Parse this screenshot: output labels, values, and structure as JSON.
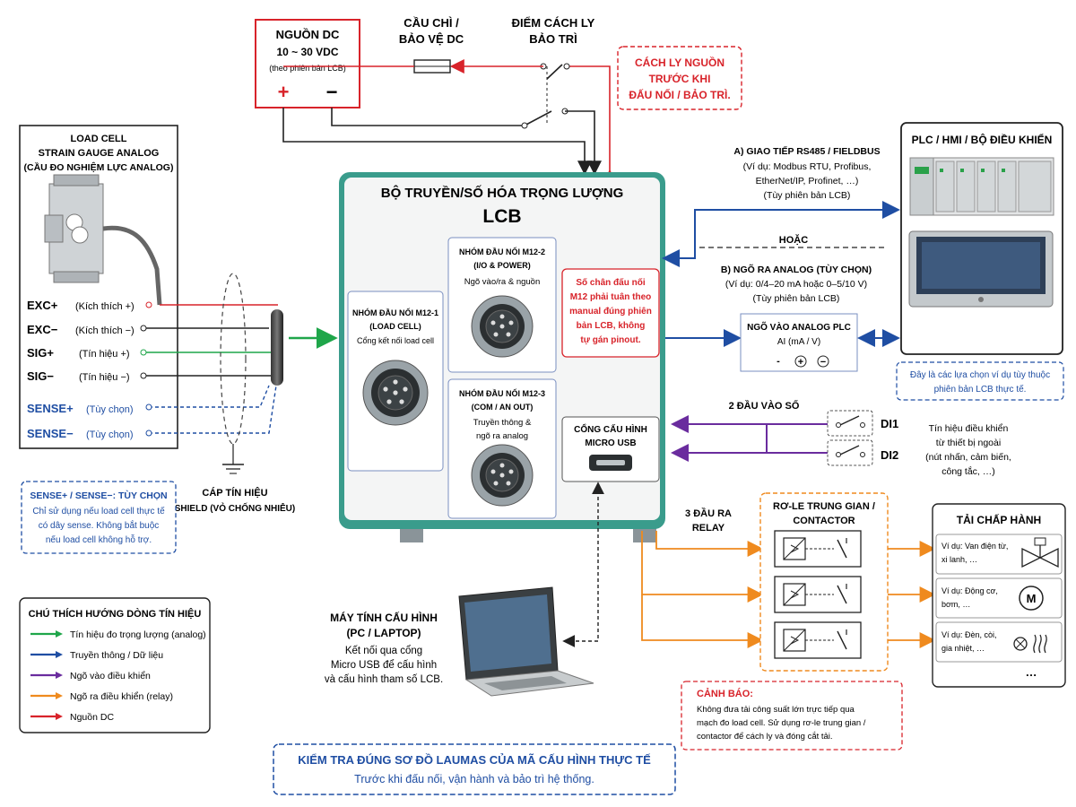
{
  "dc_source": {
    "title": "NGUỒN DC",
    "voltage": "10 ~ 30 VDC",
    "note": "(theo phiên bản LCB)",
    "plus": "+",
    "minus": "−"
  },
  "fuse": {
    "line1": "CẦU CHÌ /",
    "line2": "BẢO VỆ DC"
  },
  "isolation": {
    "line1": "ĐIỂM CÁCH LY",
    "line2": "BẢO TRÌ"
  },
  "isolation_warning": {
    "line1": "CÁCH LY NGUỒN",
    "line2": "TRƯỚC KHI",
    "line3": "ĐẤU NỐI / BẢO TRÌ."
  },
  "load_cell": {
    "line1": "LOAD CELL",
    "line2": "STRAIN GAUGE ANALOG",
    "line3": "(CẦU ĐO NGHIỆM LỰC ANALOG)",
    "signals": [
      {
        "name": "EXC+",
        "desc": "(Kích thích +)"
      },
      {
        "name": "EXC−",
        "desc": "(Kích thích −)"
      },
      {
        "name": "SIG+",
        "desc": "(Tín hiệu +)"
      },
      {
        "name": "SIG−",
        "desc": "(Tín hiệu −)"
      },
      {
        "name": "SENSE+",
        "desc": "(Tùy chọn)"
      },
      {
        "name": "SENSE−",
        "desc": "(Tùy chọn)"
      }
    ]
  },
  "sense_note": {
    "title": "SENSE+ / SENSE−: TÙY CHỌN",
    "line1": "Chỉ sử dụng nếu load cell thực tế",
    "line2": "có dây sense. Không bắt buộc",
    "line3": "nếu load cell không hỗ trợ."
  },
  "cable": {
    "line1": "CÁP TÍN HIỆU",
    "line2": "SHIELD (VỎ CHỐNG NHIỄU)"
  },
  "legend": {
    "title": "CHÚ THÍCH HƯỚNG DÒNG TÍN HIỆU",
    "items": [
      {
        "label": "Tín hiệu đo trọng lượng (analog)",
        "color": "#1fa64a"
      },
      {
        "label": "Truyền thông / Dữ liệu",
        "color": "#1f4ea3"
      },
      {
        "label": "Ngõ vào điều khiển",
        "color": "#6a2c9e"
      },
      {
        "label": "Ngõ ra điều khiển (relay)",
        "color": "#ef8a1e"
      },
      {
        "label": "Nguồn DC",
        "color": "#d8232a"
      }
    ]
  },
  "device": {
    "title": "BỘ TRUYỀN/SỐ HÓA TRỌNG LƯỢNG",
    "model": "LCB",
    "group1": {
      "line1": "NHÓM ĐẦU NỐI M12-1",
      "line2": "(LOAD CELL)",
      "line3": "Cổng kết nối load cell"
    },
    "group2": {
      "line1": "NHÓM ĐẦU NỐI M12-2",
      "line2": "(I/O & POWER)",
      "line3": "Ngõ vào/ra & nguồn"
    },
    "group3": {
      "line1": "NHÓM ĐẦU NỐI M12-3",
      "line2": "(COM / AN OUT)",
      "line3": "Truyền thông &",
      "line4": "ngõ ra analog"
    },
    "pin_note": {
      "line1": "Số chân đấu nối",
      "line2": "M12 phải tuân theo",
      "line3": "manual đúng phiên",
      "line4": "bản LCB, không",
      "line5": "tự gán pinout."
    },
    "usb": {
      "line1": "CỔNG CẤU HÌNH",
      "line2": "MICRO USB"
    }
  },
  "plc": {
    "title": "PLC / HMI / BỘ ĐIỀU KHIỂN"
  },
  "rs485": {
    "line1": "A) GIAO TIẾP RS485 / FIELDBUS",
    "line2": "(Ví dụ: Modbus RTU, Profibus,",
    "line3": "EtherNet/IP, Profinet, …)",
    "line4": "(Tùy phiên bản LCB)"
  },
  "or_label": "HOẶC",
  "analog_out": {
    "line1": "B) NGÕ RA ANALOG (TÙY CHỌN)",
    "line2": "(Ví dụ: 0/4–20 mA hoặc 0–5/10 V)",
    "line3": "(Tùy phiên bản LCB)"
  },
  "analog_in_plc": {
    "line1": "NGÕ VÀO ANALOG PLC",
    "line2": "AI (mA / V)",
    "minus": "-",
    "plus": "+",
    "minus2": "−"
  },
  "plc_note": {
    "line1": "Đây là các lựa chọn ví dụ tùy thuộc",
    "line2": "phiên bản LCB thực tế."
  },
  "digital_inputs": {
    "title": "2 ĐẦU VÀO SỐ",
    "di1": "DI1",
    "di2": "DI2",
    "note1": "Tín hiệu điều khiển",
    "note2": "từ thiết bị ngoài",
    "note3": "(nút nhấn, cảm biến,",
    "note4": "công tắc, …)"
  },
  "relay_outputs": {
    "line1": "3 ĐẦU RA",
    "line2": "RELAY"
  },
  "contactor": {
    "line1": "RƠ-LE TRUNG GIAN /",
    "line2": "CONTACTOR"
  },
  "actuators": {
    "title": "TẢI CHẤP HÀNH",
    "items": [
      {
        "line1": "Ví dụ: Van điện từ,",
        "line2": "xi lanh, …"
      },
      {
        "line1": "Ví dụ: Động cơ,",
        "line2": "bơm, …"
      },
      {
        "line1": "Ví dụ: Đèn, còi,",
        "line2": "gia nhiệt, …"
      }
    ],
    "more": "…",
    "motor_symbol": "M"
  },
  "laptop": {
    "line1": "MÁY TÍNH CẤU HÌNH",
    "line2": "(PC / LAPTOP)",
    "line3": "Kết nối qua cổng",
    "line4": "Micro USB để cấu hình",
    "line5": "và cấu hình tham số LCB."
  },
  "warning": {
    "title": "CẢNH BÁO:",
    "line1": "Không đưa tải công suất lớn trực tiếp qua",
    "line2": "mạch đo load cell. Sử dụng rơ-le trung gian /",
    "line3": "contactor để cách ly và đóng cắt tải."
  },
  "footer": {
    "line1": "KIỂM TRA ĐÚNG SƠ ĐỒ LAUMAS CỦA MÃ CẤU HÌNH THỰC TẾ",
    "line2": "Trước khi đấu nối, vận hành và bảo trì hệ thống."
  },
  "colors": {
    "analog": "#1fa64a",
    "data": "#1f4ea3",
    "input": "#6a2c9e",
    "relay": "#ef8a1e",
    "power": "#d8232a",
    "teal": "#3a9c8c"
  }
}
